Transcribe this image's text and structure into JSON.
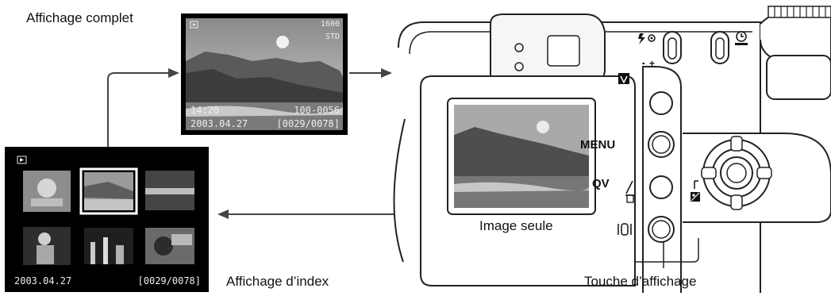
{
  "labels": {
    "full": "Affichage complet",
    "index": "Affichage d’index",
    "single": "Image seule",
    "button": "Touche d’affichage"
  },
  "full_screen": {
    "time": "14:20",
    "date": "2003.04.27",
    "size": "1600",
    "quality": "STD",
    "file": "100-0056",
    "frame": "[0029/0078]"
  },
  "index_screen": {
    "date": "2003.04.27",
    "frame": "[0029/0078]"
  },
  "camera": {
    "menu_label": "MENU",
    "qv_label": "QV"
  },
  "icons": [
    "playback-icon",
    "flash-icon",
    "self-timer-icon",
    "macro-icon",
    "delete-icon",
    "display-icon",
    "exposure-compensation-icon",
    "info-plus-icon"
  ]
}
